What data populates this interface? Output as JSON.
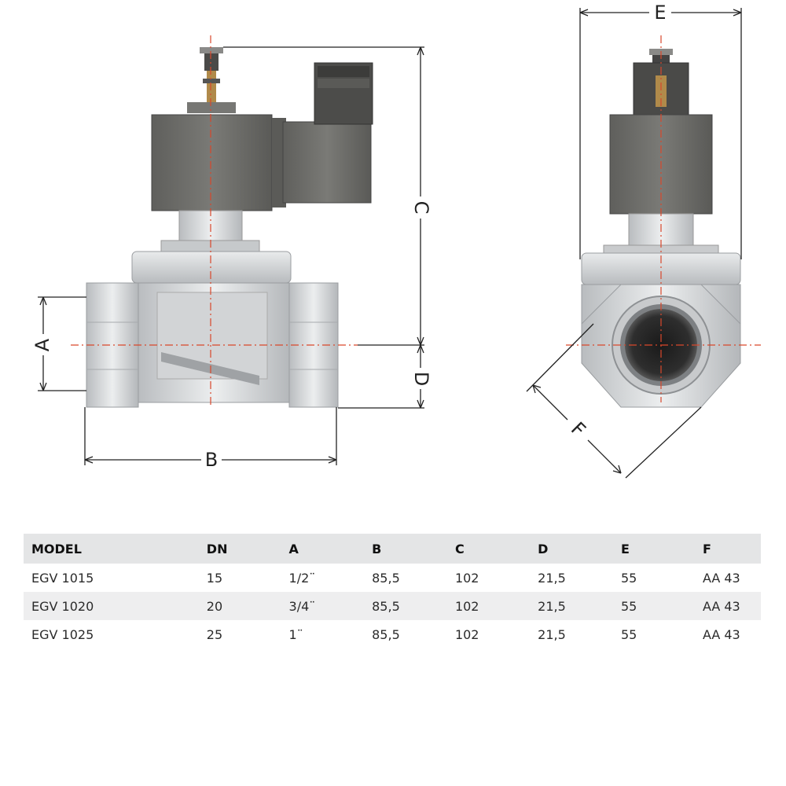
{
  "diagram": {
    "labels": {
      "A": "A",
      "B": "B",
      "C": "C",
      "D": "D",
      "E": "E",
      "F": "F"
    }
  },
  "table": {
    "headers": [
      "MODEL",
      "DN",
      "A",
      "B",
      "C",
      "D",
      "E",
      "F"
    ],
    "rows": [
      [
        "EGV 1015",
        "15",
        "1/2¨",
        "85,5",
        "102",
        "21,5",
        "55",
        "AA 43"
      ],
      [
        "EGV 1020",
        "20",
        "3/4¨",
        "85,5",
        "102",
        "21,5",
        "55",
        "AA 43"
      ],
      [
        "EGV 1025",
        "25",
        "1¨",
        "85,5",
        "102",
        "21,5",
        "55",
        "AA 43"
      ]
    ]
  },
  "colors": {
    "coil": "#6b6b68",
    "body": "#d6d8da",
    "centerline": "#d9472b",
    "dimension": "#222222"
  }
}
